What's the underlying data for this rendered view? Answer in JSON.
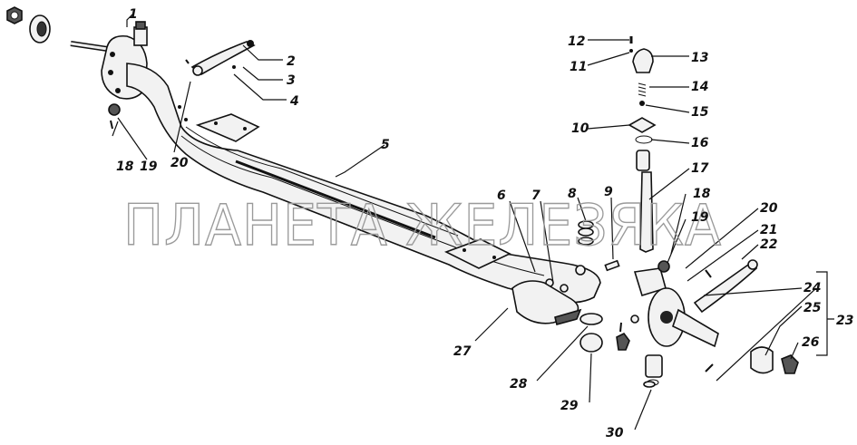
{
  "watermark": "ПЛАНЕТА ЖЕЛЕЗЯКА",
  "callouts": [
    "1",
    "2",
    "3",
    "4",
    "5",
    "6",
    "7",
    "8",
    "9",
    "10",
    "11",
    "12",
    "13",
    "14",
    "15",
    "16",
    "17",
    "18",
    "19",
    "20",
    "21",
    "22",
    "23",
    "24",
    "25",
    "26",
    "27",
    "28",
    "29",
    "30"
  ],
  "left_callouts": [
    "18",
    "19",
    "20"
  ]
}
